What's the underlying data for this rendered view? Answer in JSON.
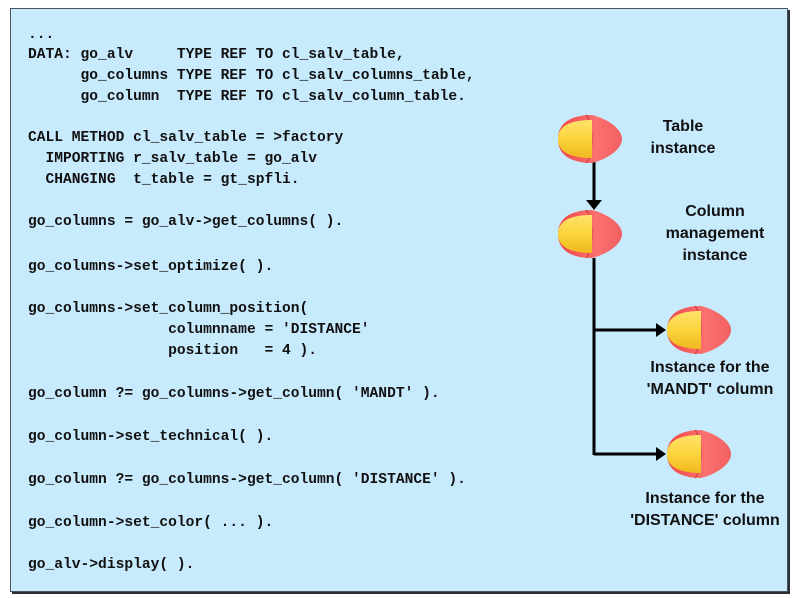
{
  "code_lines": [
    "...",
    "DATA: go_alv     TYPE REF TO cl_salv_table,",
    "      go_columns TYPE REF TO cl_salv_columns_table,",
    "      go_column  TYPE REF TO cl_salv_column_table.",
    "CALL METHOD cl_salv_table = >factory",
    "  IMPORTING r_salv_table = go_alv",
    "  CHANGING  t_table = gt_spfli.",
    "go_columns = go_alv->get_columns( ).",
    "go_columns->set_optimize( ).",
    "go_columns->set_column_position(",
    "                columnname = 'DISTANCE'",
    "                position   = 4 ).",
    "go_column ?= go_columns->get_column( 'MANDT' ).",
    "go_column->set_technical( ).",
    "go_column ?= go_columns->get_column( 'DISTANCE' ).",
    "go_column->set_color( ... ).",
    "go_alv->display( )."
  ],
  "diagram": {
    "nodes": [
      {
        "id": "table-instance",
        "icon": "object-instance-icon",
        "label_lines": [
          "Table",
          "instance"
        ]
      },
      {
        "id": "column-management-instance",
        "icon": "object-instance-icon",
        "label_lines": [
          "Column",
          "management",
          "instance"
        ]
      },
      {
        "id": "mandt-column-instance",
        "icon": "object-instance-icon",
        "label_lines": [
          "Instance for the",
          "'MANDT' column"
        ]
      },
      {
        "id": "distance-column-instance",
        "icon": "object-instance-icon",
        "label_lines": [
          "Instance for the",
          "'DISTANCE' column"
        ]
      }
    ],
    "edges": [
      {
        "from": "table-instance",
        "to": "column-management-instance"
      },
      {
        "from": "column-management-instance",
        "to": "mandt-column-instance"
      },
      {
        "from": "column-management-instance",
        "to": "distance-column-instance"
      }
    ]
  },
  "colors": {
    "panel_background": "#c8eafd",
    "instance_yellow": "#fcd43c",
    "instance_red": "#f25a5a"
  }
}
